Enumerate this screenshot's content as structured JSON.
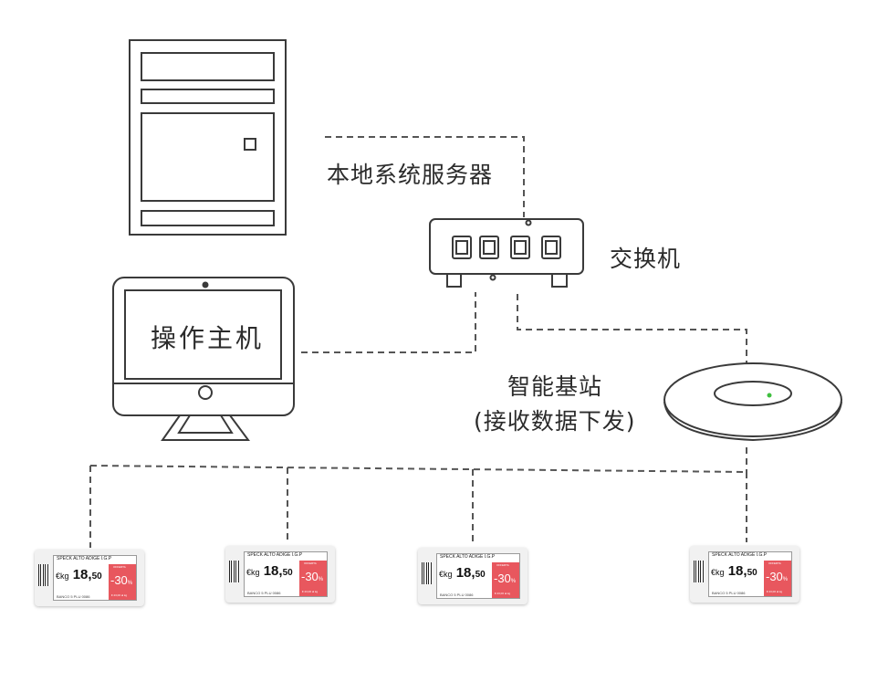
{
  "labels": {
    "server": "本地系统服务器",
    "switch": "交换机",
    "host": "操作主机",
    "base_station_line1": "智能基站",
    "base_station_line2": "(接收数据下发)"
  },
  "tag": {
    "product": "SPECK ALTO ADIGE I.G.P",
    "currency": "€",
    "unit": "kg",
    "price_whole": "18,",
    "price_cents": "50",
    "offer": "OFFERTA",
    "discount": "-30",
    "discount_suffix": "%",
    "old_price": "€ 23,00 al kg",
    "footer": "BANCO 5    PLU 0086"
  },
  "colors": {
    "line": "#555555",
    "device_stroke": "#3a3a3a",
    "tag_accent": "#e8575e",
    "status_led": "#3fbf3f"
  }
}
